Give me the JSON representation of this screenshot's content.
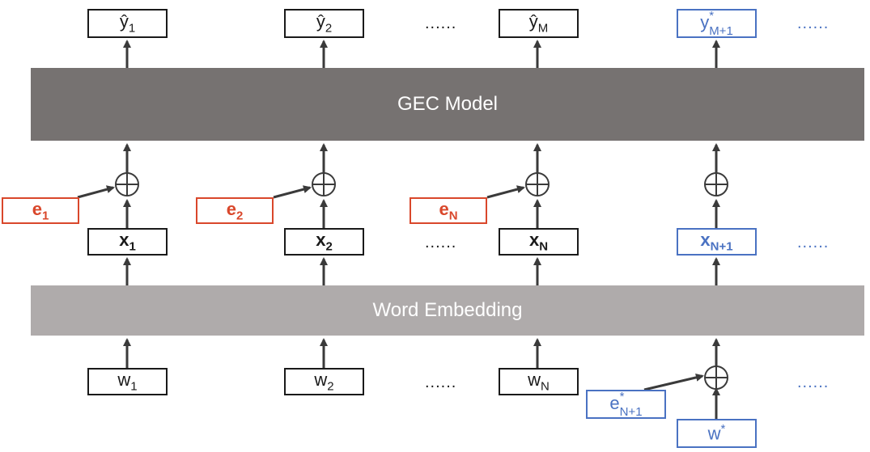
{
  "gec_model_label": "GEC Model",
  "word_embedding_label": "Word Embedding",
  "colors": {
    "gec_band": "#767271",
    "embedding_band": "#afabab",
    "error_red": "#d9472b",
    "new_token_blue": "#4a72c2",
    "line": "#3a3a3a"
  },
  "outputs": [
    {
      "base": "ŷ",
      "sub": "1"
    },
    {
      "base": "ŷ",
      "sub": "2"
    },
    {
      "base": "ŷ",
      "sub": "M"
    }
  ],
  "output_new": {
    "base": "y",
    "sup": "*",
    "sub": "M+1"
  },
  "error_embeddings": [
    {
      "base": "e",
      "sub": "1"
    },
    {
      "base": "e",
      "sub": "2"
    },
    {
      "base": "e",
      "sub": "N"
    }
  ],
  "inputs_x": [
    {
      "base": "x",
      "sub": "1"
    },
    {
      "base": "x",
      "sub": "2"
    },
    {
      "base": "x",
      "sub": "N"
    }
  ],
  "input_x_new": {
    "base": "x",
    "sub": "N+1"
  },
  "words": [
    {
      "base": "w",
      "sub": "1"
    },
    {
      "base": "w",
      "sub": "2"
    },
    {
      "base": "w",
      "sub": "N"
    }
  ],
  "error_new": {
    "base": "e",
    "sup": "*",
    "sub": "N+1"
  },
  "word_new": {
    "base": "w",
    "sup": "*"
  },
  "ellipsis": "......"
}
